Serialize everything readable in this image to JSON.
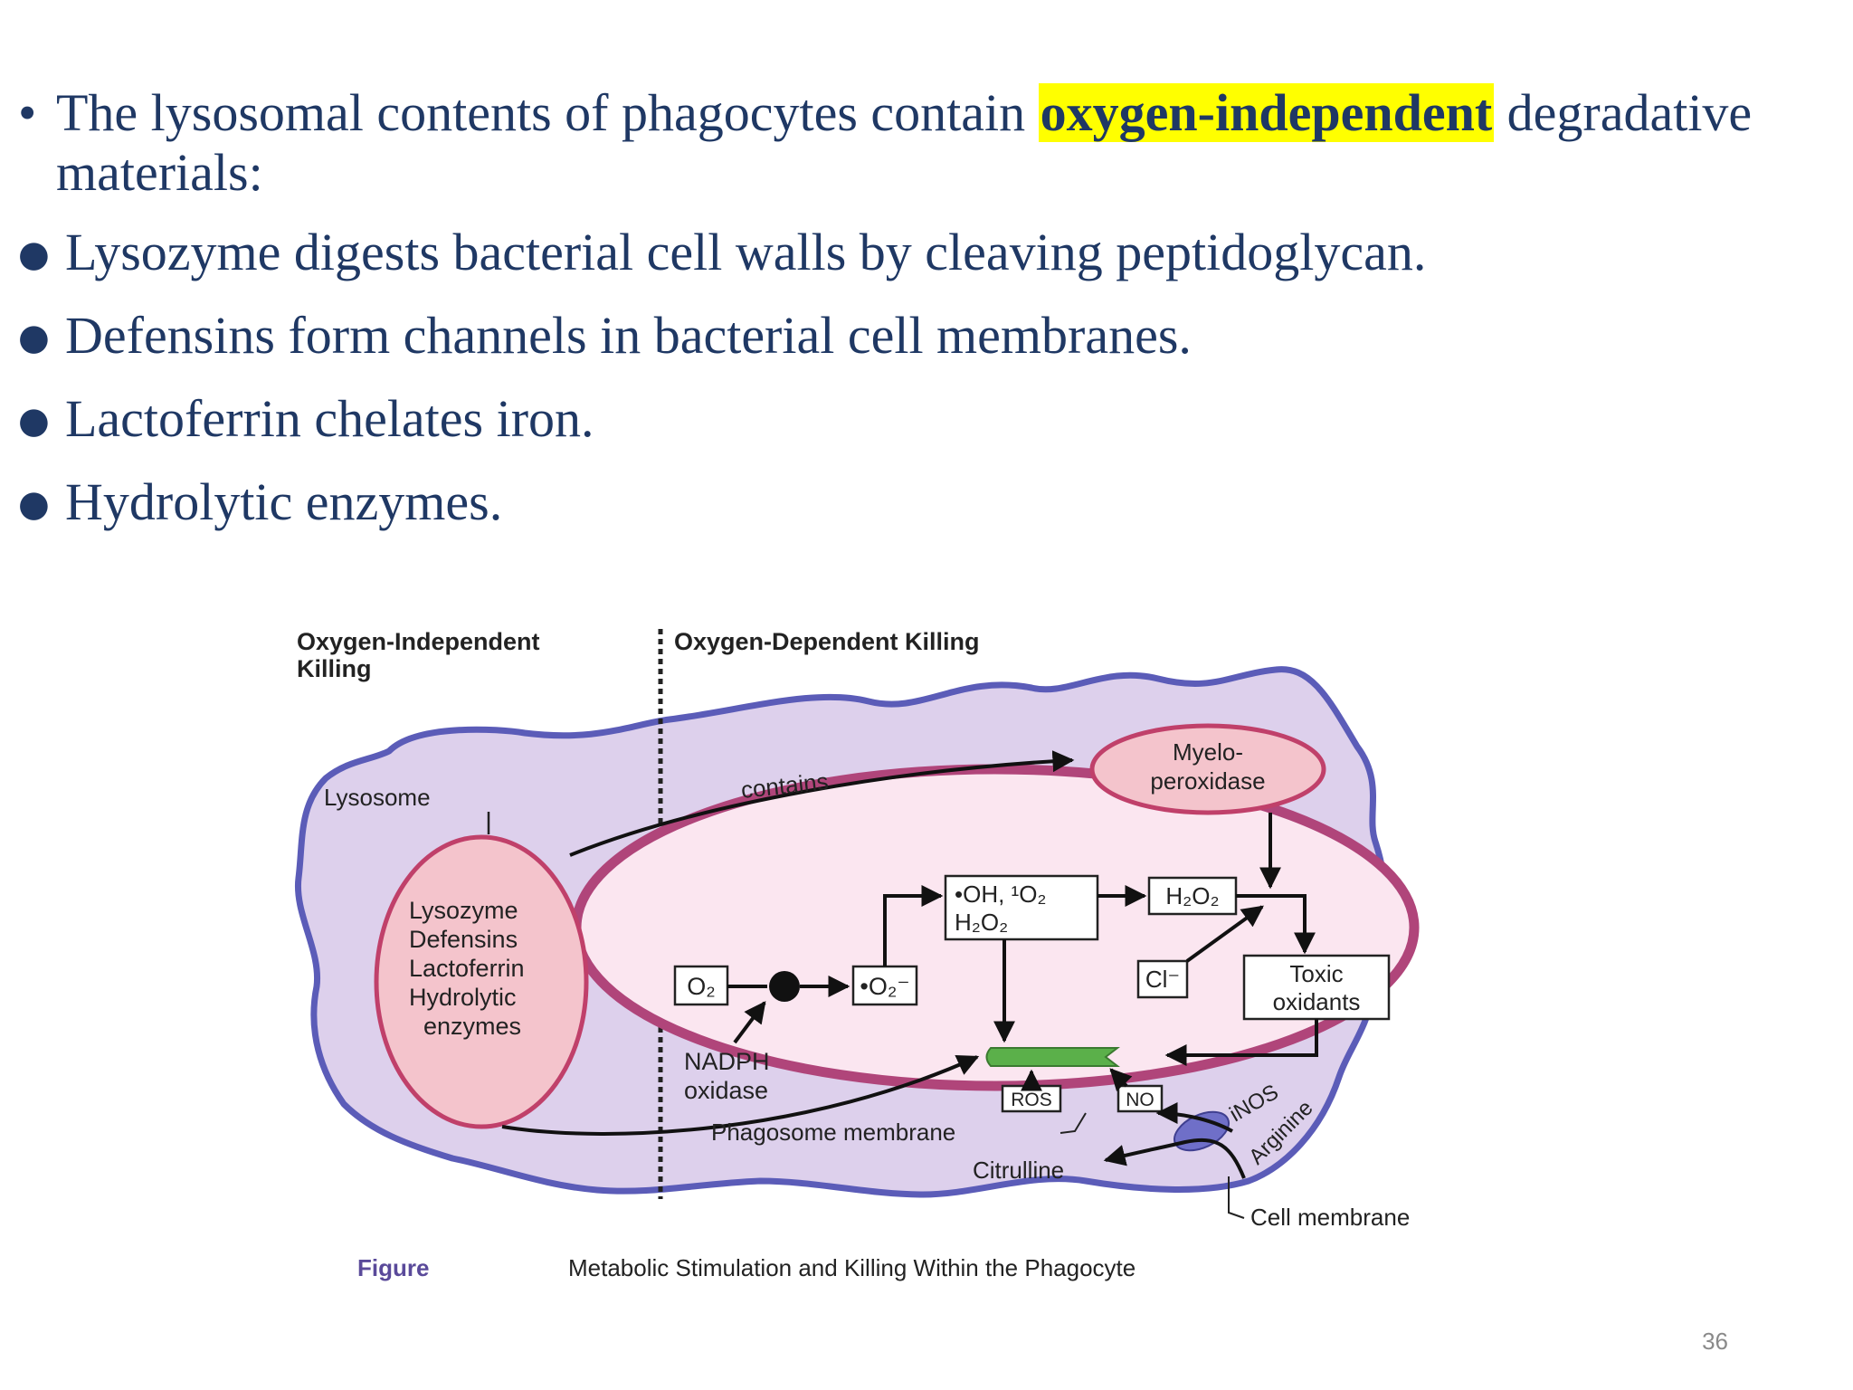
{
  "slide": {
    "intro_before": "The lysosomal contents of phagocytes contain ",
    "intro_highlight": "oxygen-independent",
    "intro_after": " degradative materials:",
    "bullets": [
      "Lysozyme digests bacterial cell walls by cleaving peptidoglycan.",
      "Defensins form channels in bacterial cell membranes.",
      "Lactoferrin chelates iron.",
      "Hydrolytic enzymes."
    ],
    "page_number": "36"
  },
  "diagram": {
    "left_heading": [
      "Oxygen-Independent",
      "Killing"
    ],
    "right_heading": "Oxygen-Dependent Killing",
    "lysosome": "Lysosome",
    "contains": "contains",
    "lysosome_contents": [
      "Lysozyme",
      "Defensins",
      "Lactoferrin",
      "Hydrolytic",
      "enzymes"
    ],
    "myeloperoxidase": [
      "Myelo-",
      "peroxidase"
    ],
    "o2": "O₂",
    "superoxide": "•O₂⁻",
    "radicals": [
      "•OH, ¹O₂",
      "H₂O₂"
    ],
    "h2o2": "H₂O₂",
    "chloride": "Cl⁻",
    "toxic_oxidants": [
      "Toxic",
      "oxidants"
    ],
    "nadph_oxidase": [
      "NADPH",
      "oxidase"
    ],
    "ros": "ROS",
    "no": "NO",
    "phagosome_membrane": "Phagosome membrane",
    "citrulline": "Citrulline",
    "inos": "iNOS",
    "arginine": "Arginine",
    "cell_membrane": "Cell membrane",
    "figure_label": "Figure",
    "figure_caption": "Metabolic Stimulation and Killing Within the Phagocyte"
  },
  "colors": {
    "text_navy": "#1f3864",
    "highlight": "#ffff00",
    "cell_fill": "#ddd0ec",
    "cell_border": "#5b5cb8",
    "phagosome_border": "#b0457a",
    "lysosome_fill": "#f4c4cc",
    "bacterium": "#5bb04a"
  }
}
